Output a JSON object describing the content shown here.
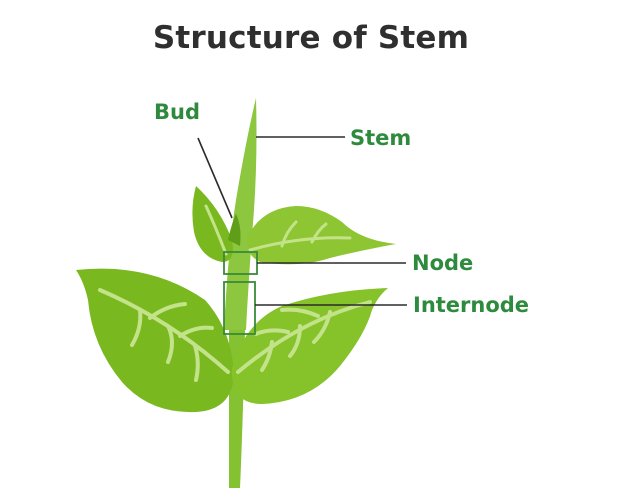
{
  "title": "Structure of Stem",
  "labels": {
    "bud": "Bud",
    "stem": "Stem",
    "node": "Node",
    "internode": "Internode"
  },
  "colors": {
    "title": "#2f2f2f",
    "label": "#2e8b3d",
    "leaf_dark": "#7cbd1e",
    "leaf_light": "#a3d33b",
    "vein": "#c6e58a",
    "stem": "#8cc63f",
    "leader_line": "#2b2b2b",
    "box_outline": "#3a8a3a"
  }
}
